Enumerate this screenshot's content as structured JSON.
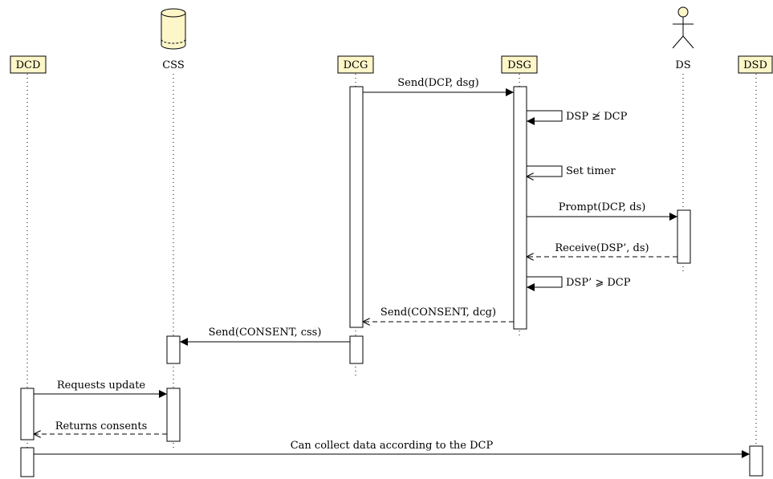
{
  "participants": {
    "dcd": "DCD",
    "css": "CSS",
    "dcg": "DCG",
    "dsg": "DSG",
    "ds": "DS",
    "dsd": "DSD"
  },
  "messages": {
    "send_dcp_dsg": "Send(DCP, dsg)",
    "dsp_not_ge_dcp": "DSP ≱ DCP",
    "set_timer": "Set timer",
    "prompt_dcp_ds": "Prompt(DCP, ds)",
    "receive_dsp_ds": "Receive(DSP’, ds)",
    "dsp_ge_dcp": "DSP’ ⩾ DCP",
    "send_consent_dcg": "Send(CONSENT, dcg)",
    "send_consent_css": "Send(CONSENT, css)",
    "requests_update": "Requests update",
    "returns_consents": "Returns consents",
    "can_collect": "Can collect data according to the DCP"
  }
}
